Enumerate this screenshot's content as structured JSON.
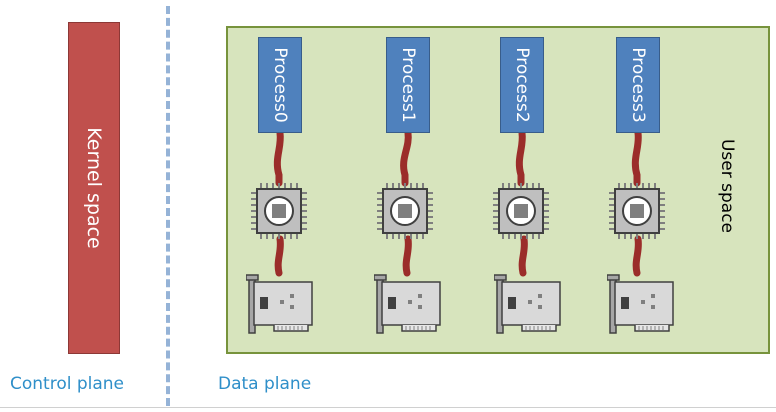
{
  "kernel": {
    "label": "Kernel space"
  },
  "user": {
    "label": "User space"
  },
  "processes": [
    "Process0",
    "Process1",
    "Process2",
    "Process3"
  ],
  "bottom": {
    "control_label": "Control plane",
    "data_label": "Data plane"
  },
  "colors": {
    "kernel_fill": "#c0504d",
    "user_fill": "#d7e4bd",
    "process_fill": "#4f81bd",
    "cable": "#9b2d2a",
    "divider": "#95b3d7",
    "label_blue": "#2f8fc9"
  },
  "icons": {
    "cpu": "cpu-chip-icon",
    "nic": "network-card-icon"
  }
}
